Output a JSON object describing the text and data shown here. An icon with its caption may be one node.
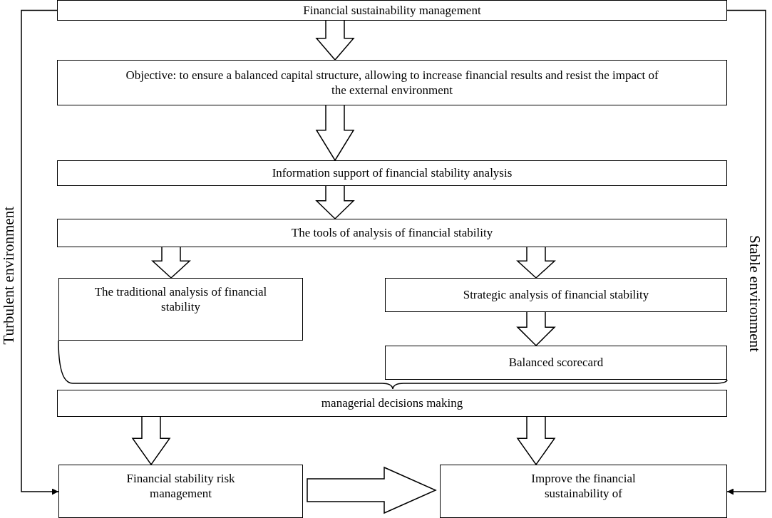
{
  "diagram": {
    "nodes": [
      {
        "text": [
          "Financial sustainability management"
        ]
      },
      {
        "text": [
          "Objective: to ensure a balanced capital structure, allowing to increase financial results and resist the impact of the external environment"
        ]
      },
      {
        "text": [
          "Information support of financial stability analysis"
        ]
      },
      {
        "text": [
          "The tools of analysis of financial stability"
        ]
      },
      {
        "text": [
          "The traditional analysis of financial stability"
        ]
      },
      {
        "text": [
          "Strategic analysis of financial stability"
        ]
      },
      {
        "text": [
          "Balanced scorecard"
        ]
      },
      {
        "text": [
          "managerial decisions making"
        ]
      },
      {
        "text": [
          "Financial stability risk management"
        ]
      },
      {
        "text": [
          "Improve the financial sustainability of"
        ]
      }
    ],
    "edges": [
      {
        "from": 0,
        "to": 1,
        "arrow": "to"
      },
      {
        "from": 1,
        "to": 2,
        "arrow": "to"
      },
      {
        "from": 2,
        "to": 3,
        "arrow": "to"
      },
      {
        "from": 3,
        "to": 4,
        "arrow": "to"
      },
      {
        "from": 3,
        "to": 5,
        "arrow": "to"
      },
      {
        "from": 5,
        "to": 6,
        "arrow": "to"
      },
      {
        "from": 7,
        "to": 8,
        "arrow": "to"
      },
      {
        "from": 7,
        "to": 9,
        "arrow": "to"
      },
      {
        "from": 8,
        "to": 9,
        "arrow": "to"
      },
      {
        "from": 0,
        "to": 8,
        "arrow": "to"
      },
      {
        "from": 0,
        "to": 9,
        "arrow": "to"
      }
    ],
    "labels": [
      "Turbulent environment",
      "Stable environment"
    ]
  }
}
